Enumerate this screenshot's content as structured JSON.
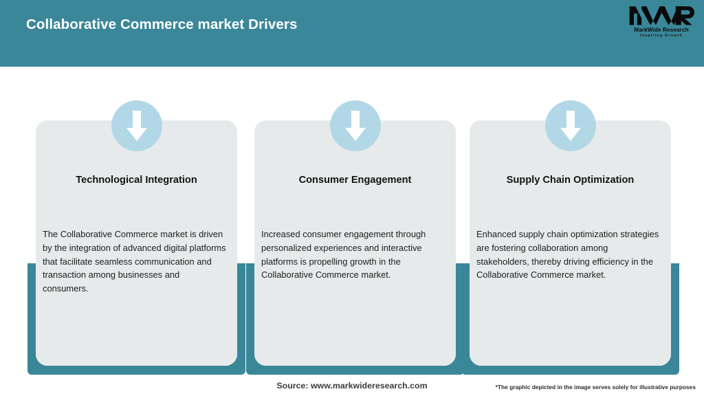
{
  "header": {
    "title": "Collaborative Commerce market Drivers",
    "background_color": "#3a8799",
    "title_color": "#ffffff",
    "logo": {
      "mark": "MWR",
      "name": "MarkWide Research",
      "tagline": "Inspiring Growth"
    }
  },
  "cards": [
    {
      "icon": "down-arrow-icon",
      "title": "Technological Integration",
      "body": "The Collaborative Commerce market is driven by the integration of advanced digital platforms that facilitate seamless communication and transaction among businesses and consumers."
    },
    {
      "icon": "down-arrow-icon",
      "title": "Consumer Engagement",
      "body": "Increased consumer engagement through personalized experiences and interactive platforms is propelling growth in the Collaborative Commerce market."
    },
    {
      "icon": "down-arrow-icon",
      "title": "Supply Chain Optimization",
      "body": "Enhanced supply chain optimization strategies are fostering collaboration among stakeholders, thereby driving efficiency in the Collaborative Commerce market."
    }
  ],
  "footer": {
    "source": "Source: www.markwideresearch.com",
    "disclaimer": "*The graphic depicted in the image serves solely for illustrative purposes"
  },
  "palette": {
    "teal": "#3a8799",
    "card_background": "#e7eaeb",
    "badge_blue": "#b2d8e7",
    "arrow_white": "#ffffff"
  }
}
